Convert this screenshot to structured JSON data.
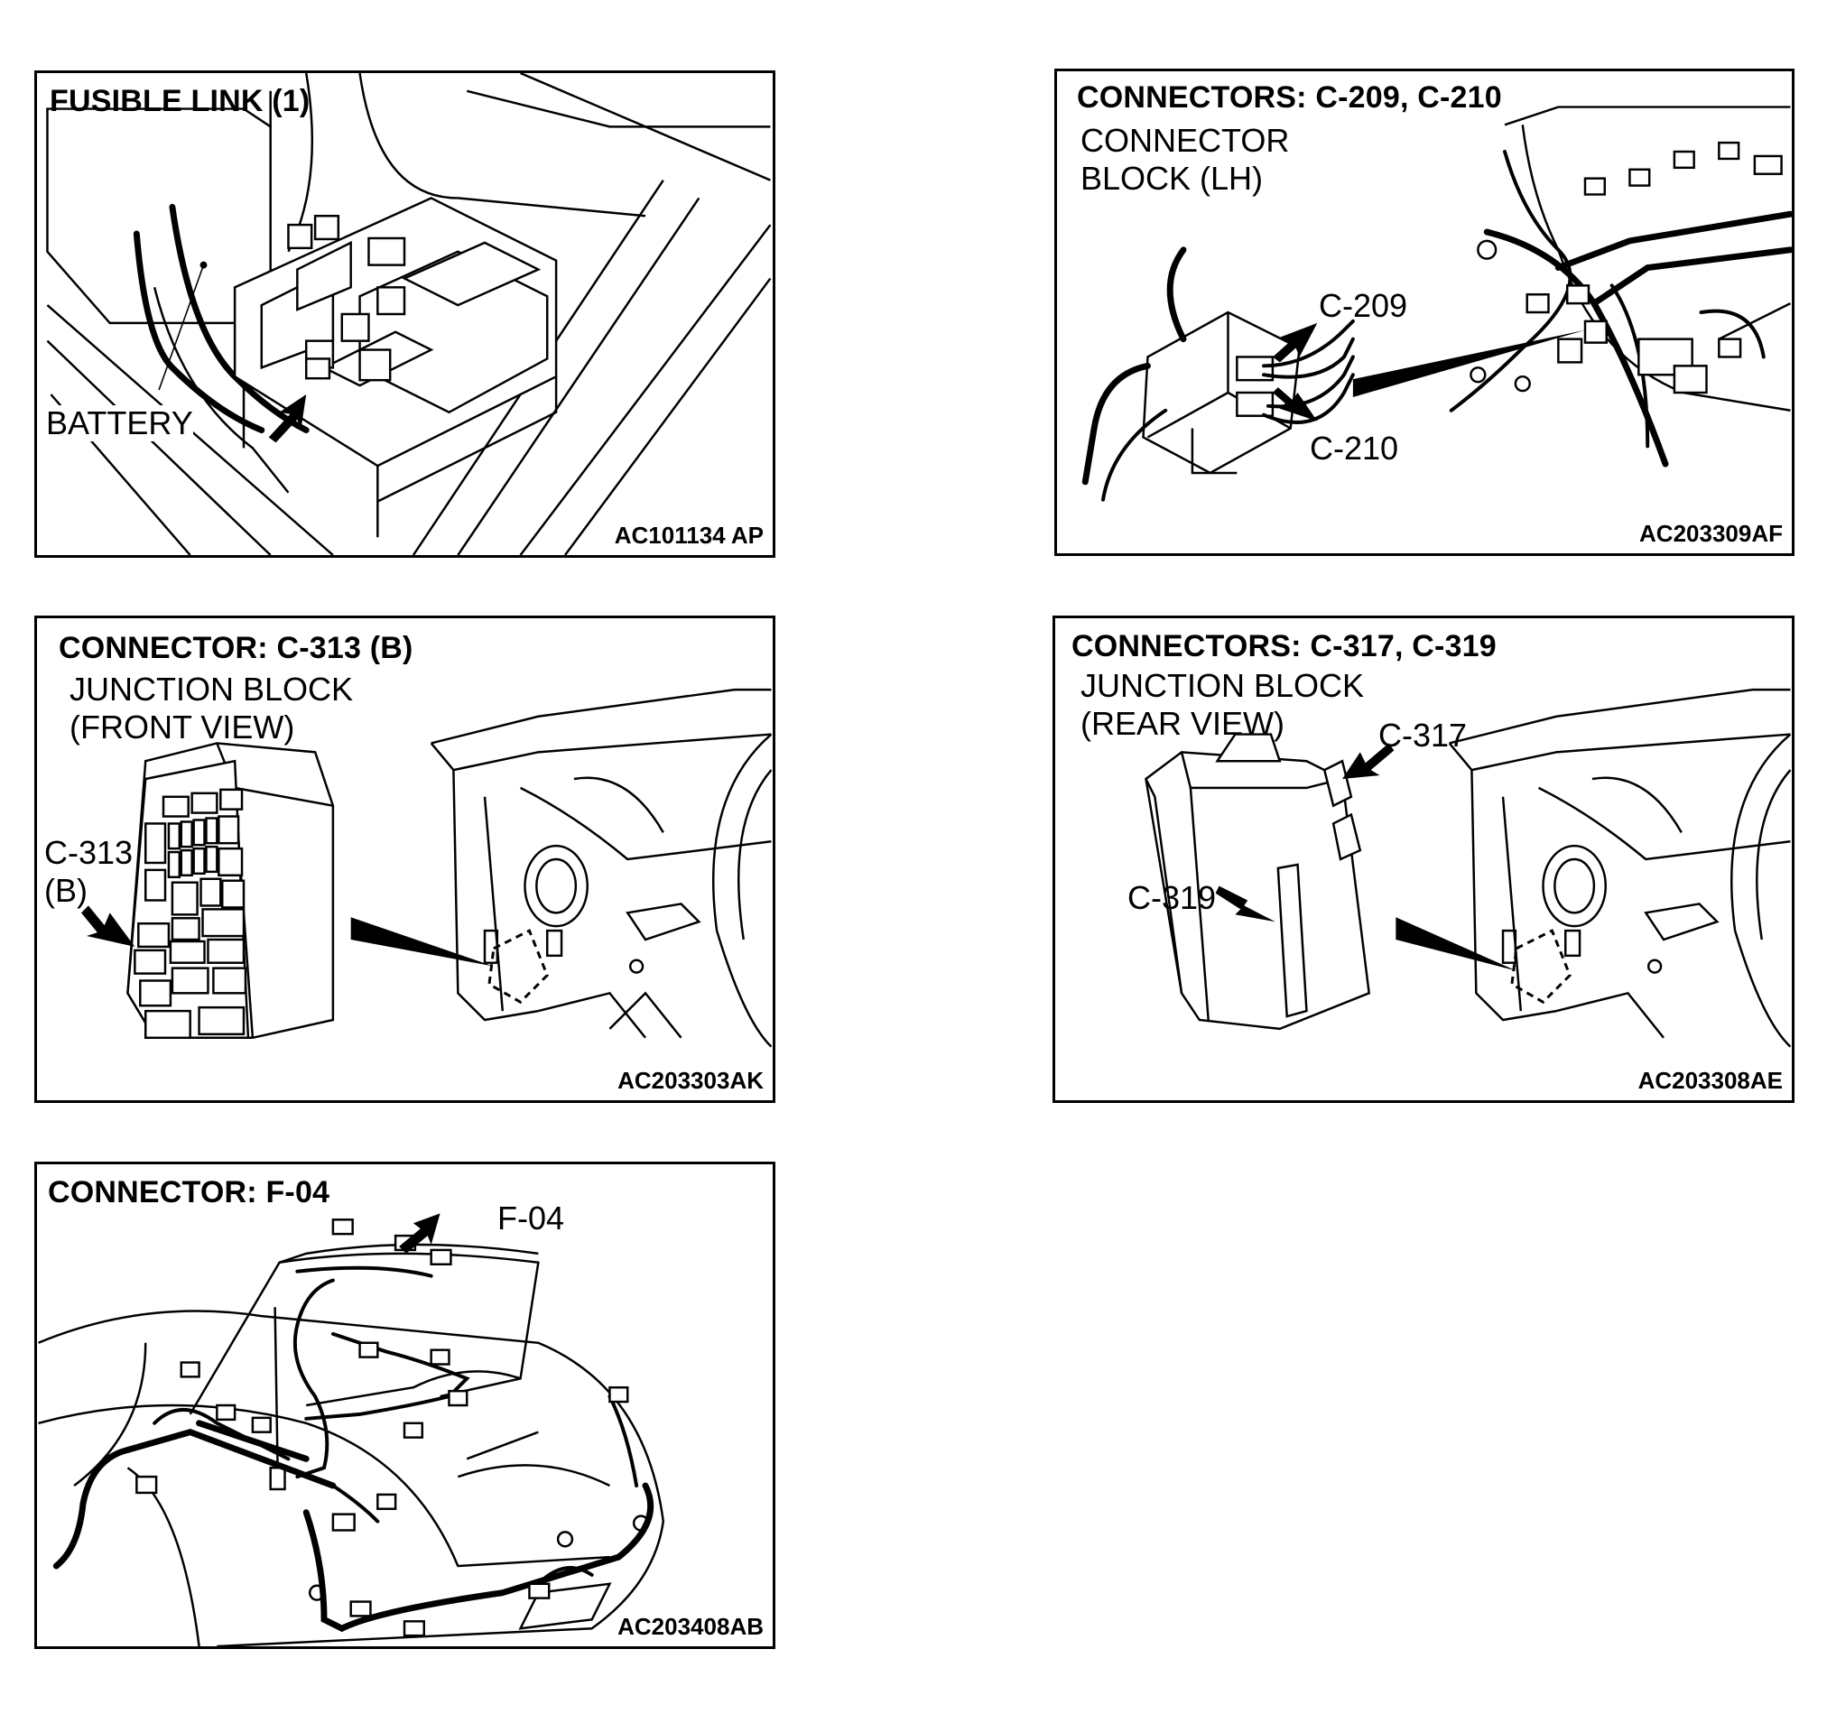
{
  "panels": {
    "fusible_link": {
      "title": "FUSIBLE LINK (1)",
      "label_battery": "BATTERY",
      "code": "AC101134 AP"
    },
    "c209_c210": {
      "title": "CONNECTORS: C-209, C-210",
      "subtitle_line1": "CONNECTOR",
      "subtitle_line2": "BLOCK (LH)",
      "label_c209": "C-209",
      "label_c210": "C-210",
      "code": "AC203309AF"
    },
    "c313": {
      "title": "CONNECTOR: C-313 (B)",
      "subtitle_line1": "JUNCTION BLOCK",
      "subtitle_line2": "(FRONT VIEW)",
      "label_line1": "C-313",
      "label_line2": "(B)",
      "code": "AC203303AK"
    },
    "c317_c319": {
      "title": "CONNECTORS: C-317, C-319",
      "subtitle_line1": "JUNCTION BLOCK",
      "subtitle_line2": "(REAR VIEW)",
      "label_c317": "C-317",
      "label_c319": "C-319",
      "code": "AC203308AE"
    },
    "f04": {
      "title": "CONNECTOR: F-04",
      "label_f04": "F-04",
      "code": "AC203408AB"
    }
  }
}
